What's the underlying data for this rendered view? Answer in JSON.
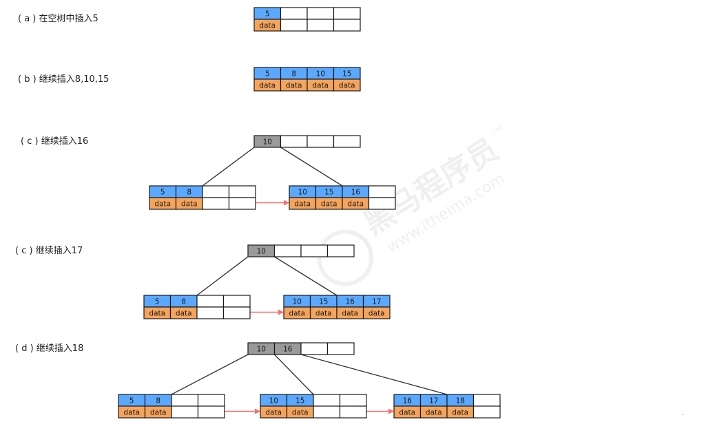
{
  "steps": [
    {
      "label": "( a ) 在空树中插入5"
    },
    {
      "label": "( b ) 继续插入8,10,15"
    },
    {
      "label": "( c ) 继续插入16"
    },
    {
      "label": "( c ) 继续插入17"
    },
    {
      "label": "( d ) 继续插入18"
    }
  ],
  "node_data_label": "data",
  "colors": {
    "key": "#5aa9ff",
    "data": "#f5a45c",
    "internal": "#9a9a9a",
    "border": "#1a1a1a",
    "edge": "#333333",
    "leaf_link": "#ff6b6b",
    "watermark": "#eeeeee"
  },
  "watermark": {
    "brand": "黑马程序员",
    "site": "www.itheima.com",
    "mark": "TM"
  },
  "trees": [
    {
      "step": 0,
      "internal": null,
      "leaves": [
        {
          "keys": [
            "5"
          ]
        }
      ],
      "leaf_links": 0
    },
    {
      "step": 1,
      "internal": null,
      "leaves": [
        {
          "keys": [
            "5",
            "8",
            "10",
            "15"
          ]
        }
      ],
      "leaf_links": 0
    },
    {
      "step": 2,
      "internal": {
        "keys": [
          "10"
        ]
      },
      "leaves": [
        {
          "keys": [
            "5",
            "8"
          ]
        },
        {
          "keys": [
            "10",
            "15",
            "16"
          ]
        }
      ],
      "leaf_links": 1
    },
    {
      "step": 3,
      "internal": {
        "keys": [
          "10"
        ]
      },
      "leaves": [
        {
          "keys": [
            "5",
            "8"
          ]
        },
        {
          "keys": [
            "10",
            "15",
            "16",
            "17"
          ]
        }
      ],
      "leaf_links": 1
    },
    {
      "step": 4,
      "internal": {
        "keys": [
          "10",
          "16"
        ]
      },
      "leaves": [
        {
          "keys": [
            "5",
            "8"
          ]
        },
        {
          "keys": [
            "10",
            "15"
          ]
        },
        {
          "keys": [
            "16",
            "17",
            "18"
          ]
        }
      ],
      "leaf_links": 2
    }
  ],
  "corner_mark": "·"
}
